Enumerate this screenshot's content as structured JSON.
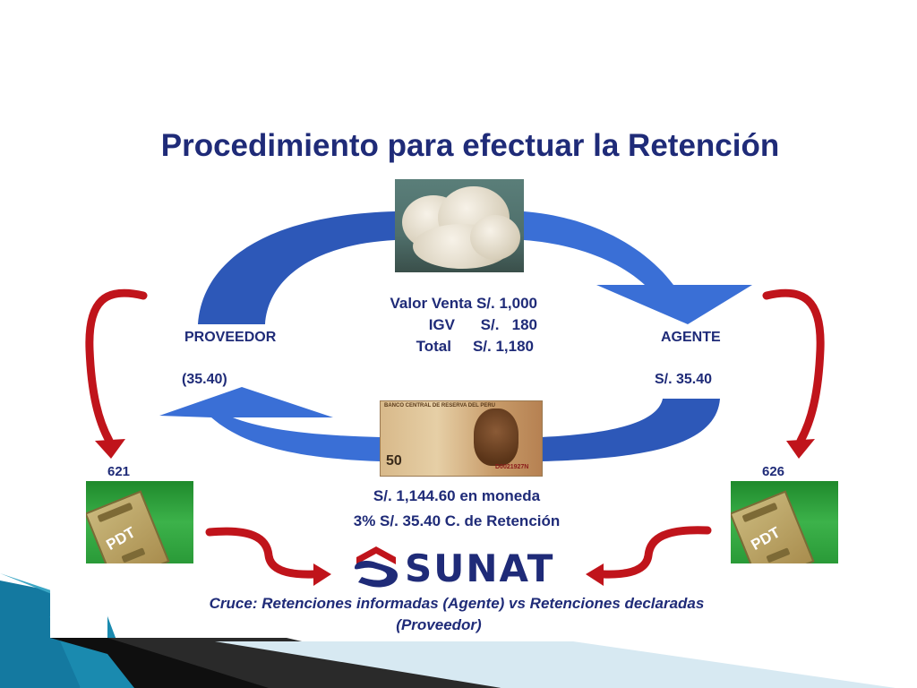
{
  "title": "Procedimiento para efectuar la Retención",
  "parties": {
    "proveedor": "PROVEEDOR",
    "agente": "AGENTE"
  },
  "amounts": {
    "left": "(35.40)",
    "right": "S/. 35.40"
  },
  "totals": [
    {
      "label": "Valor Venta",
      "value": "S/. 1,000"
    },
    {
      "label": "IGV",
      "value": "S/.   180"
    },
    {
      "label": "Total",
      "value": "S/. 1,180"
    }
  ],
  "codes": {
    "left": "621",
    "right": "626"
  },
  "pdt_label": "PDT",
  "payment": {
    "line1": "S/. 1,144.60 en moneda",
    "line2": "3% S/. 35.40 C. de Retención"
  },
  "bill": {
    "header": "BANCO CENTRAL DE RESERVA DEL PERU",
    "denomination": "50",
    "serial": "D0021927N"
  },
  "logo": "SUNAT",
  "cruce": {
    "line1": "Cruce: Retenciones informadas (Agente) vs Retenciones declaradas",
    "line2": "(Proveedor)"
  },
  "colors": {
    "title": "#1f2b78",
    "arrow_blue": "#2f5fc4",
    "arrow_red": "#c0141b",
    "pdt_green": "#2a9a38",
    "teal": "#14758f"
  }
}
